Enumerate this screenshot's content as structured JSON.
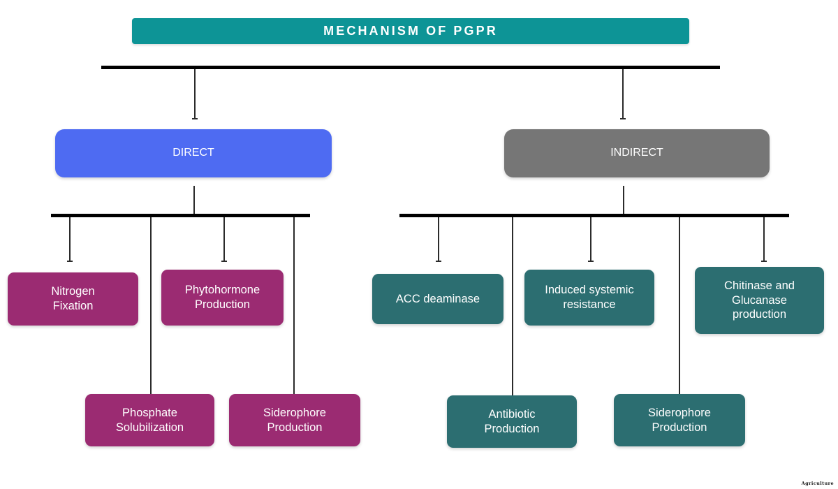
{
  "diagram": {
    "title": "MECHANISM OF PGPR",
    "watermark": "Agriculture",
    "colors": {
      "title_bar": "#0D9496",
      "direct": "#4E6BF2",
      "indirect": "#767676",
      "direct_leaf": "#9B2B72",
      "indirect_leaf": "#2C6E71",
      "connector": "#000000",
      "background": "#FFFFFF"
    },
    "branches": [
      {
        "id": "direct",
        "label": "DIRECT"
      },
      {
        "id": "indirect",
        "label": "INDIRECT"
      }
    ],
    "direct_nodes": [
      {
        "id": "nitrogen-fixation",
        "line1": "Nitrogen",
        "line2": "Fixation"
      },
      {
        "id": "phosphate-solubilization",
        "line1": "Phosphate",
        "line2": "Solubilization"
      },
      {
        "id": "phytohormone-production",
        "line1": "Phytohormone",
        "line2": "Production"
      },
      {
        "id": "siderophore-production-direct",
        "line1": "Siderophore",
        "line2": "Production"
      }
    ],
    "indirect_nodes": [
      {
        "id": "acc-deaminase",
        "line1": "ACC deaminase",
        "line2": "",
        "line3": ""
      },
      {
        "id": "antibiotic-production",
        "line1": "Antibiotic",
        "line2": "Production",
        "line3": ""
      },
      {
        "id": "induced-systemic-resistance",
        "line1": "Induced systemic",
        "line2": "resistance",
        "line3": ""
      },
      {
        "id": "siderophore-production-indirect",
        "line1": "Siderophore",
        "line2": "Production",
        "line3": ""
      },
      {
        "id": "chitinase-glucanase",
        "line1": "Chitinase and",
        "line2": "Glucanase",
        "line3": "production"
      }
    ]
  }
}
